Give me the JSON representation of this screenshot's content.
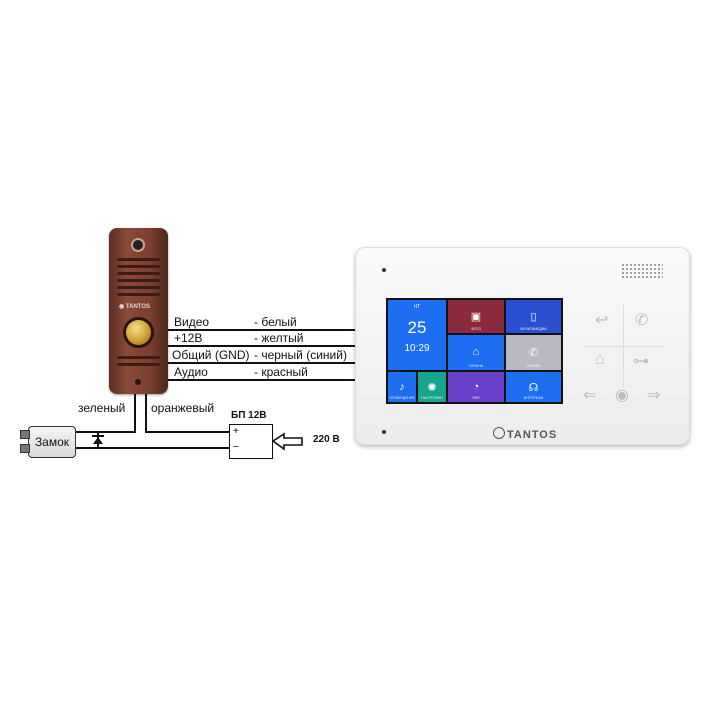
{
  "wires": {
    "video": {
      "name": "Видео",
      "color": "- белый"
    },
    "power": {
      "name": "+12В",
      "color": "- желтый"
    },
    "ground": {
      "name": "Общий (GND)",
      "color": "- черный (синий)"
    },
    "audio": {
      "name": "Аудио",
      "color": "- красный"
    }
  },
  "lock": {
    "label": "Замок",
    "wire_green": "зеленый",
    "wire_orange": "оранжевый"
  },
  "psu": {
    "title": "БП 12В",
    "plus": "+",
    "minus": "–",
    "input": "220 В"
  },
  "panel": {
    "brand": "◉ TANTOS"
  },
  "monitor": {
    "brand": "TANTOS",
    "screen": {
      "day": "ЧТ",
      "date": "25",
      "time": "10:29",
      "tiles": [
        {
          "label": "ФОТО",
          "color": "#8a2a3c",
          "icon": "photo-icon"
        },
        {
          "label": "МУЛЬТИМЕДИА",
          "color": "#2a4fd0",
          "icon": "phone-device-icon"
        },
        {
          "label": "ОХРАНА",
          "color": "#1d6ef0",
          "icon": "lock-icon"
        },
        {
          "label": "ВЫЗОВ",
          "color": "#b9b9c4",
          "icon": "handset-icon"
        },
        {
          "label": "ОПОВЕЩЕНИЕ",
          "color": "#1d6ef0",
          "icon": "bell-icon"
        },
        {
          "label": "НАСТРОЙКИ",
          "color": "#16a58c",
          "icon": "gear-icon"
        },
        {
          "label": "WiFi",
          "color": "#6a3fc9",
          "icon": "wifi-icon"
        },
        {
          "label": "ИНТЕРКОМ",
          "color": "#1d6ef0",
          "icon": "headset-icon"
        }
      ]
    }
  },
  "colors": {
    "wire": "#111111",
    "panel": "#7a3f2e",
    "screen_blue": "#1d6ef0"
  }
}
